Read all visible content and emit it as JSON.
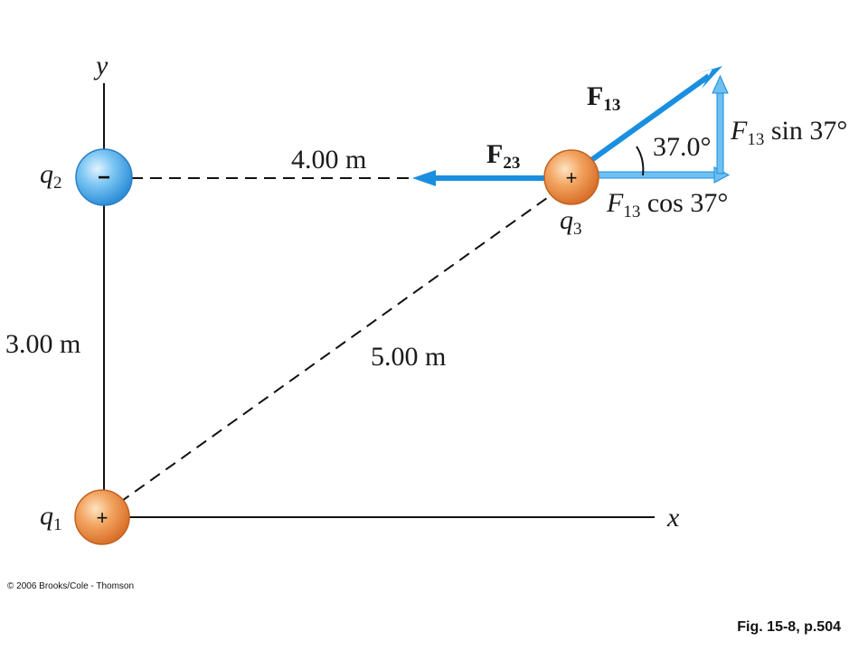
{
  "axes": {
    "y_label": "y",
    "x_label": "x"
  },
  "charges": {
    "q1": {
      "name": "q",
      "sub": "1",
      "sign": "+",
      "color": "#e8863a"
    },
    "q2": {
      "name": "q",
      "sub": "2",
      "sign": "−",
      "color": "#3ea3e6"
    },
    "q3": {
      "name": "q",
      "sub": "3",
      "sign": "+",
      "color": "#e8863a"
    }
  },
  "distances": {
    "q2_q3": "4.00 m",
    "q1_q2": "3.00 m",
    "q1_q3": "5.00 m"
  },
  "forces": {
    "F13": {
      "name": "F",
      "sub": "13",
      "color": "#1a8fe0"
    },
    "F23": {
      "name": "F",
      "sub": "23",
      "color": "#1a8fe0"
    }
  },
  "components": {
    "x": {
      "name": "F",
      "sub": "13",
      "suffix": " cos 37°"
    },
    "y": {
      "name": "F",
      "sub": "13",
      "suffix": " sin 37°"
    },
    "color": "#6fc0f0"
  },
  "angle": "37.0°",
  "credit": "© 2006 Brooks/Cole - Thomson",
  "figure_ref": "Fig. 15-8, p.504"
}
